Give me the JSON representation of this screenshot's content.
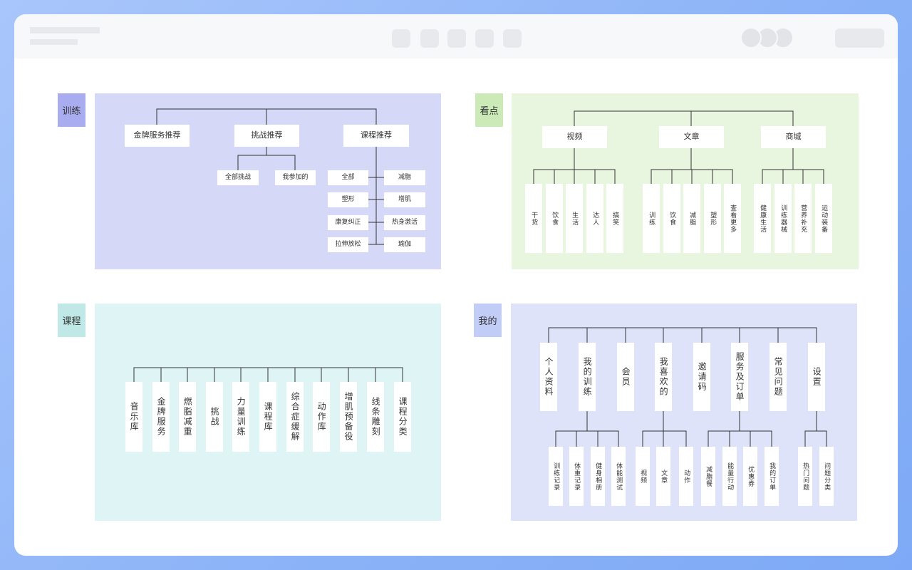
{
  "sections": {
    "train": {
      "label": "训练",
      "l1": [
        "金牌服务推荐",
        "挑战推荐",
        "课程推荐"
      ],
      "challenge": [
        "全部挑战",
        "我参加的"
      ],
      "course_left": [
        "全部",
        "塑形",
        "康复纠正",
        "拉伸放松"
      ],
      "course_right": [
        "减脂",
        "增肌",
        "热身激活",
        "瑜伽"
      ]
    },
    "watch": {
      "label": "看点",
      "l1": [
        "视频",
        "文章",
        "商城"
      ],
      "video": [
        "干货",
        "饮食",
        "生活",
        "达人",
        "搞笑"
      ],
      "article": [
        "训练",
        "饮食",
        "减脂",
        "塑形",
        "查看更多"
      ],
      "mall": [
        "健康生活",
        "训练器械",
        "营养补充",
        "运动装备"
      ]
    },
    "course": {
      "label": "课程",
      "items": [
        "音乐库",
        "金牌服务",
        "燃脂减重",
        "挑战",
        "力量训练",
        "课程库",
        "综合症缓解",
        "动作库",
        "增肌预备役",
        "线条雕刻",
        "课程分类"
      ]
    },
    "mine": {
      "label": "我的",
      "l1": [
        "个人资料",
        "我的训练",
        "会员",
        "我喜欢的",
        "邀请码",
        "服务及订单",
        "常见问题",
        "设置"
      ],
      "training": [
        "训练记录",
        "体重记录",
        "健身相册",
        "体能测试"
      ],
      "likes": [
        "视频",
        "文章",
        "动作"
      ],
      "orders": [
        "减脂餐",
        "能量行动",
        "优惠券",
        "我的订单"
      ],
      "settings": [
        "热门问题",
        "问题分类"
      ]
    }
  },
  "colors": {
    "train_panel": "#d5d8f7",
    "train_tag": "#a9acef",
    "watch_panel": "#e8f5df",
    "watch_tag": "#cbeab8",
    "course_panel": "#dff4f5",
    "course_tag": "#bfe8e6",
    "mine_panel": "#dfe3fa",
    "mine_tag": "#c1cdf7"
  }
}
